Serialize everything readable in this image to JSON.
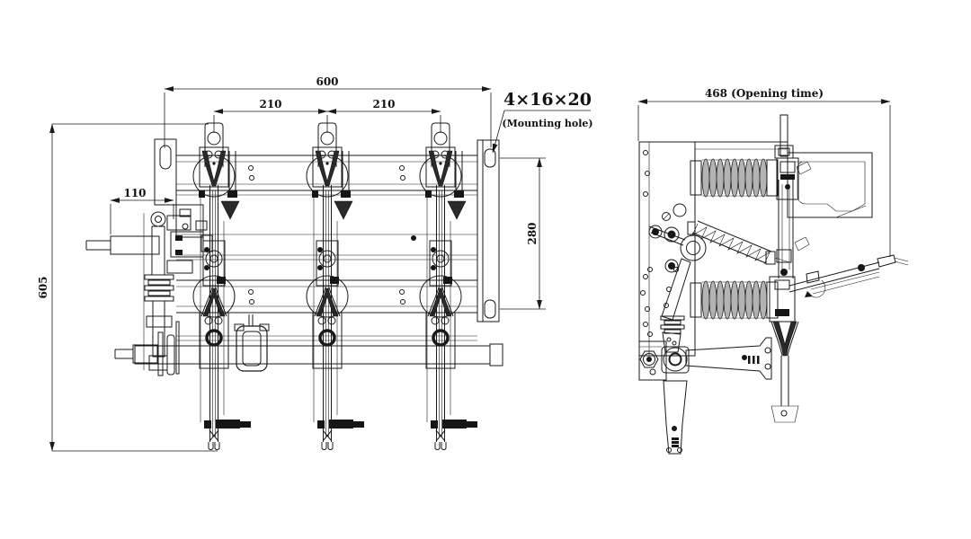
{
  "drawing": {
    "type": "outline-drawing-two-views",
    "front_view": {
      "dim_overall_width": "600",
      "dim_pole_pitch_left": "210",
      "dim_pole_pitch_right": "210",
      "dim_shaft_offset": "110",
      "dim_overall_height": "605",
      "dim_mount_hole_spacing": "280",
      "mounting_hole_size": "4×16×20",
      "mounting_hole_note": "(Mounting hole)"
    },
    "side_view": {
      "dim_depth": "468 (Opening time)"
    },
    "colors": {
      "line": "#1a1a1a",
      "dark_fill": "#161616",
      "bellows_gray": "#b3b3b3",
      "background": "#ffffff"
    }
  }
}
